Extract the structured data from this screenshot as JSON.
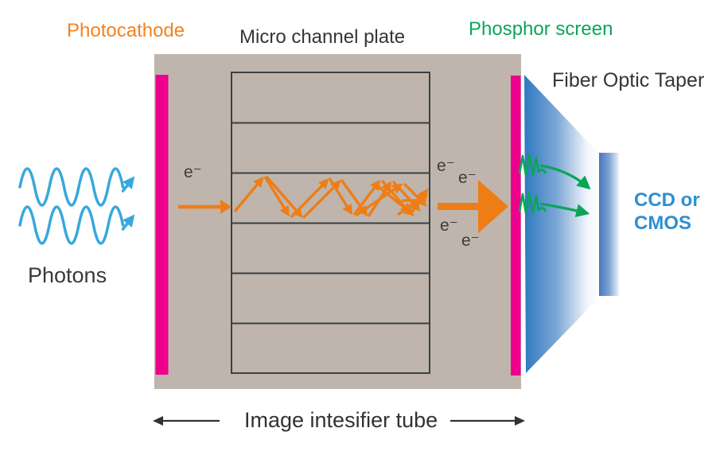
{
  "diagram": {
    "title": "Image intensifier tube diagram",
    "labels": {
      "photocathode": "Photocathode",
      "micro_channel_plate": "Micro channel plate",
      "phosphor_screen": "Phosphor screen",
      "fiber_optic_taper": "Fiber Optic Taper",
      "photons": "Photons",
      "tube_caption": "Image intesifier tube",
      "ccd_line1": "CCD or",
      "ccd_line2": "CMOS",
      "electron_symbol": "e⁻"
    },
    "components": [
      "photon-waves",
      "photocathode-layer",
      "micro-channel-plate",
      "electron-multiplication-arrows",
      "phosphor-screen-layer",
      "fiber-optic-taper",
      "ccd-cmos-sensor"
    ],
    "mcp_channel_count": 6,
    "electron_label_count": 5,
    "colors": {
      "tube_body": "#BFB5AC",
      "magenta_layers": "#EC008C",
      "orange_text": "#F5811F",
      "orange_arrows": "#EF7D15",
      "green": "#0BA55A",
      "photon_blue": "#38A8DC",
      "taper_blue": "#2E79C1",
      "ccd_text_blue": "#2D8FD0",
      "dark_text": "#323639"
    }
  }
}
